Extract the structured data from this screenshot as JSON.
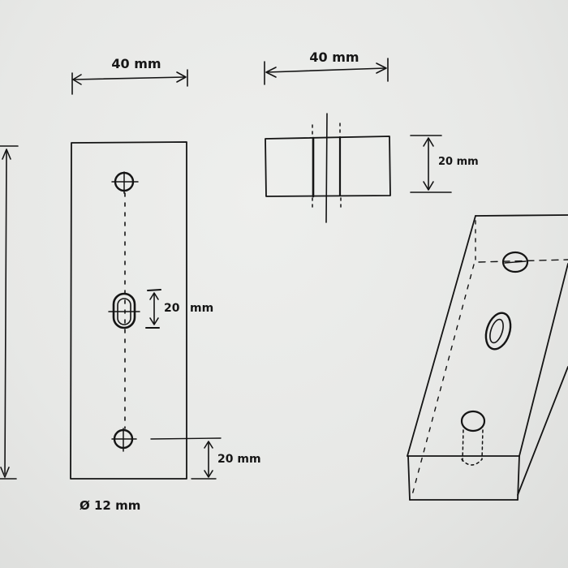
{
  "labels": {
    "front_width": "40 mm",
    "top_width": "40 mm",
    "top_height": "20 mm",
    "slot_length": "20",
    "slot_unit": "mm",
    "hole_offset": "20 mm",
    "hole_diameter": "Ø 12 mm"
  }
}
